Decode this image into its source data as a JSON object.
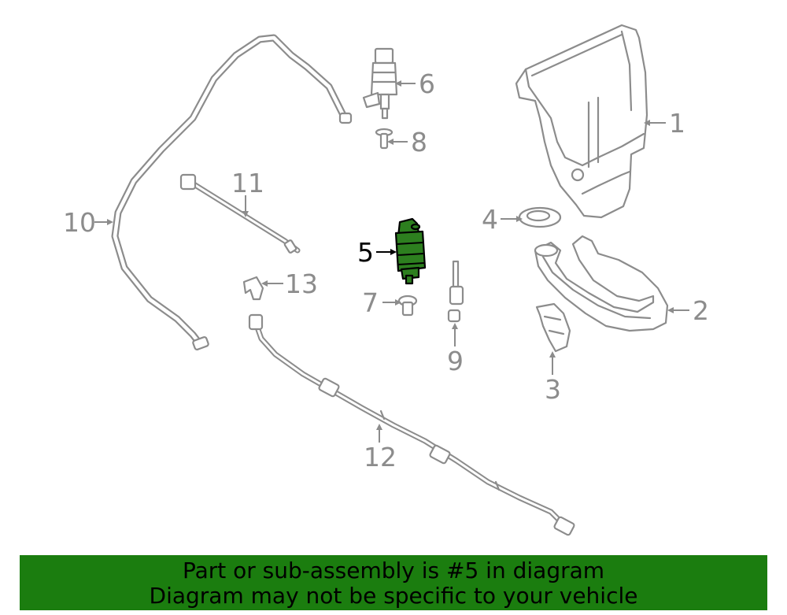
{
  "callouts": {
    "c1": "1",
    "c2": "2",
    "c3": "3",
    "c4": "4",
    "c5": "5",
    "c6": "6",
    "c7": "7",
    "c8": "8",
    "c9": "9",
    "c10": "10",
    "c11": "11",
    "c12": "12",
    "c13": "13"
  },
  "highlighted_part": "5",
  "colors": {
    "highlight_fill": "#2d7f1f",
    "banner_bg": "#1b7d0f",
    "line_gray": "#8c8c8c"
  },
  "banner": {
    "line1": "Part or sub-assembly is #5 in diagram",
    "line2": "Diagram may not be specific to your vehicle"
  }
}
